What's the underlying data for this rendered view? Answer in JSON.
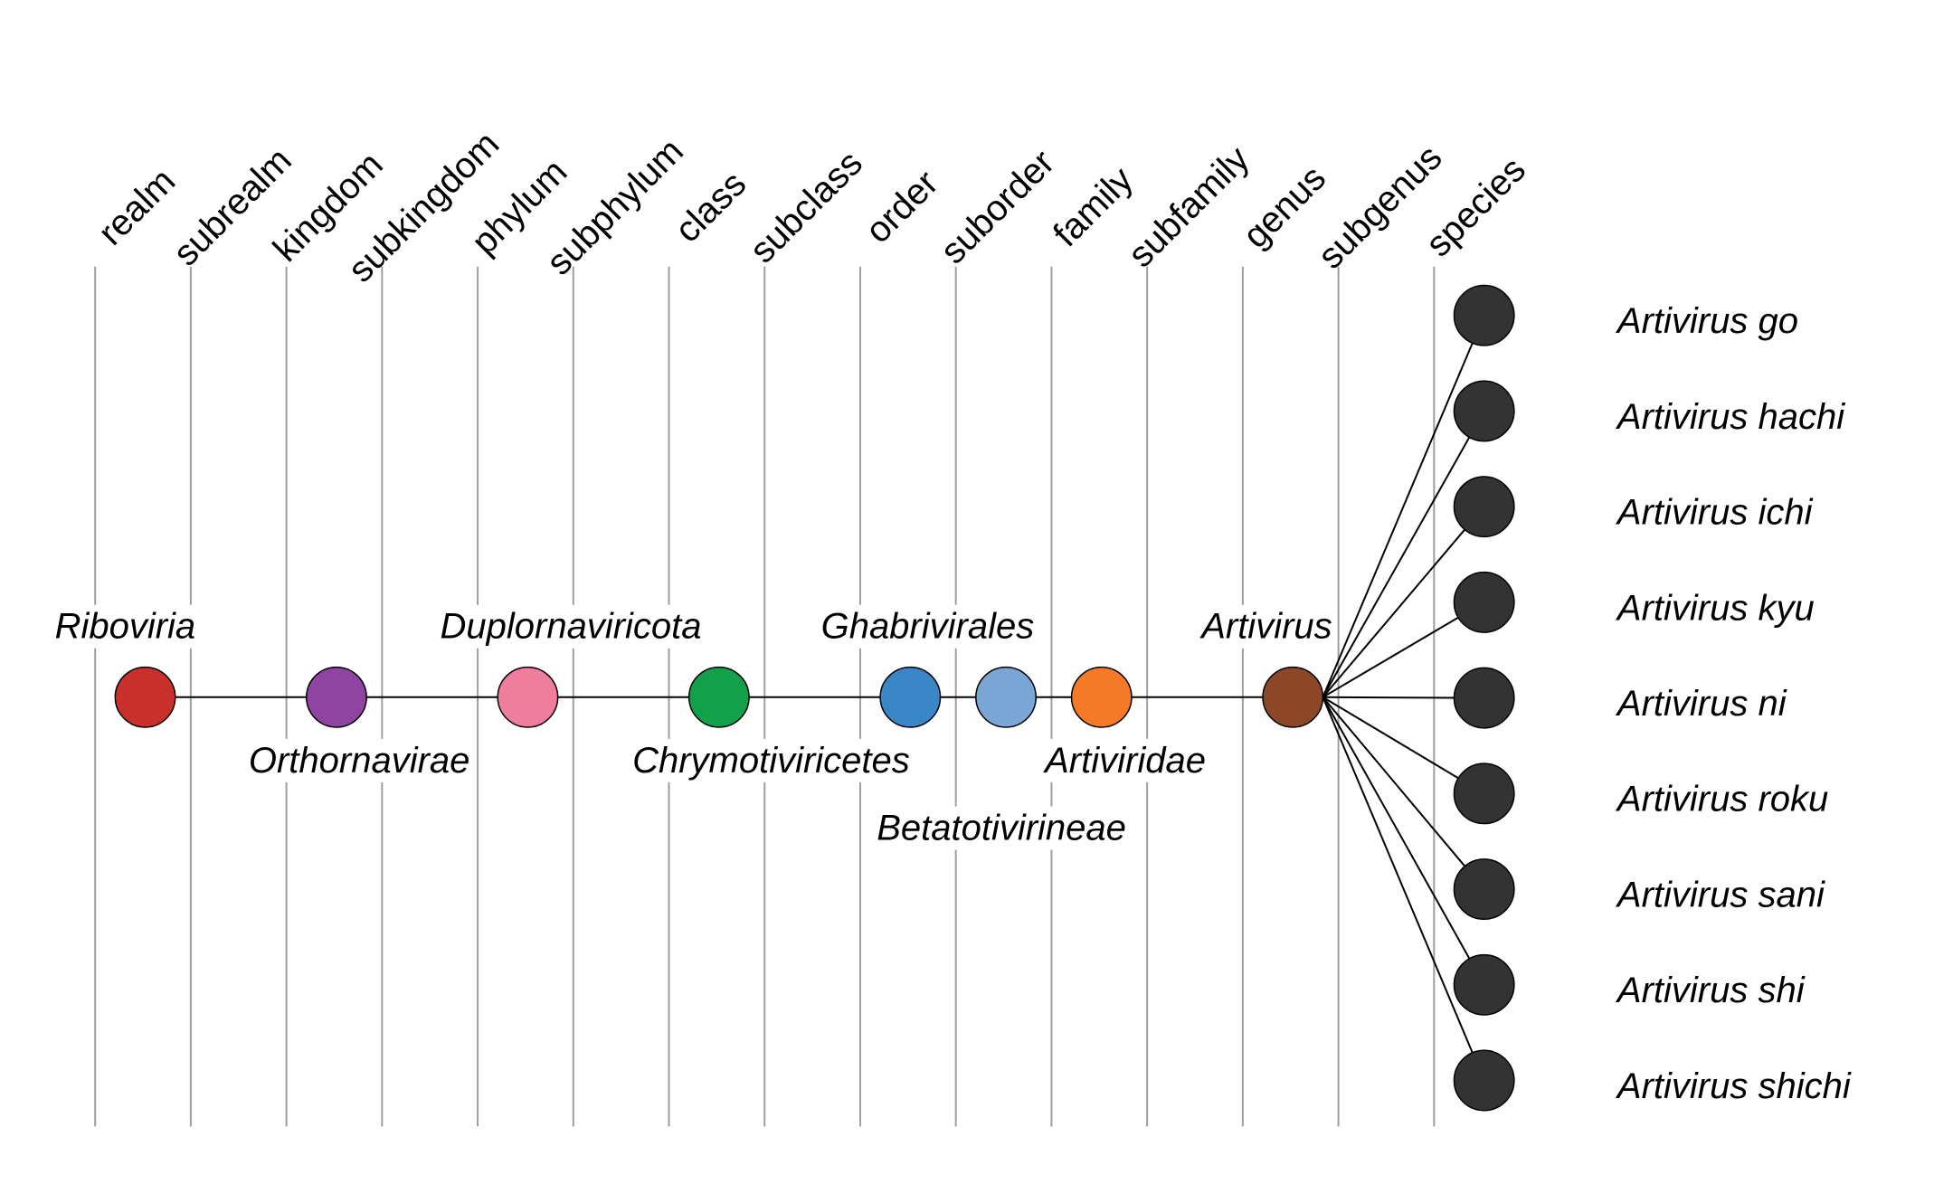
{
  "ranks": [
    "realm",
    "subrealm",
    "kingdom",
    "subkingdom",
    "phylum",
    "subphylum",
    "class",
    "subclass",
    "order",
    "suborder",
    "family",
    "subfamily",
    "genus",
    "subgenus",
    "species"
  ],
  "lineage": [
    {
      "name": "Riboviria",
      "rank": "realm",
      "color": "#c9302c"
    },
    {
      "name": "Orthornavirae",
      "rank": "kingdom",
      "color": "#8e44a0"
    },
    {
      "name": "Duplornaviricota",
      "rank": "phylum",
      "color": "#f07d9e"
    },
    {
      "name": "Chrymotiviricetes",
      "rank": "class",
      "color": "#12a04a"
    },
    {
      "name": "Ghabrivirales",
      "rank": "order",
      "color": "#3a87c8"
    },
    {
      "name": "Betatotivirineae",
      "rank": "suborder",
      "color": "#7aa6d6"
    },
    {
      "name": "Artiviridae",
      "rank": "family",
      "color": "#f47a27"
    },
    {
      "name": "Artivirus",
      "rank": "genus",
      "color": "#8b4726"
    }
  ],
  "species": [
    "Artivirus go",
    "Artivirus hachi",
    "Artivirus ichi",
    "Artivirus kyu",
    "Artivirus ni",
    "Artivirus roku",
    "Artivirus sani",
    "Artivirus shi",
    "Artivirus shichi"
  ],
  "species_color": "#333333"
}
